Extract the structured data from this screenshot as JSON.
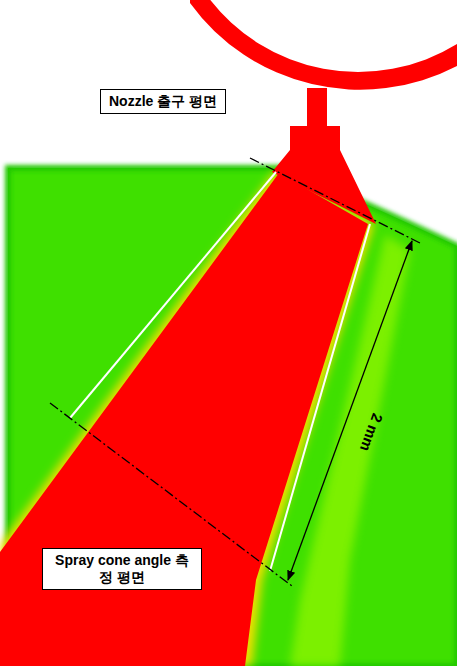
{
  "diagram": {
    "nodes": [
      {
        "text": [
          "Nozzle 출구 평면"
        ]
      },
      {
        "text": [
          "Spray cone angle 측정 평면"
        ]
      }
    ],
    "labels": [
      "2 mm"
    ]
  }
}
